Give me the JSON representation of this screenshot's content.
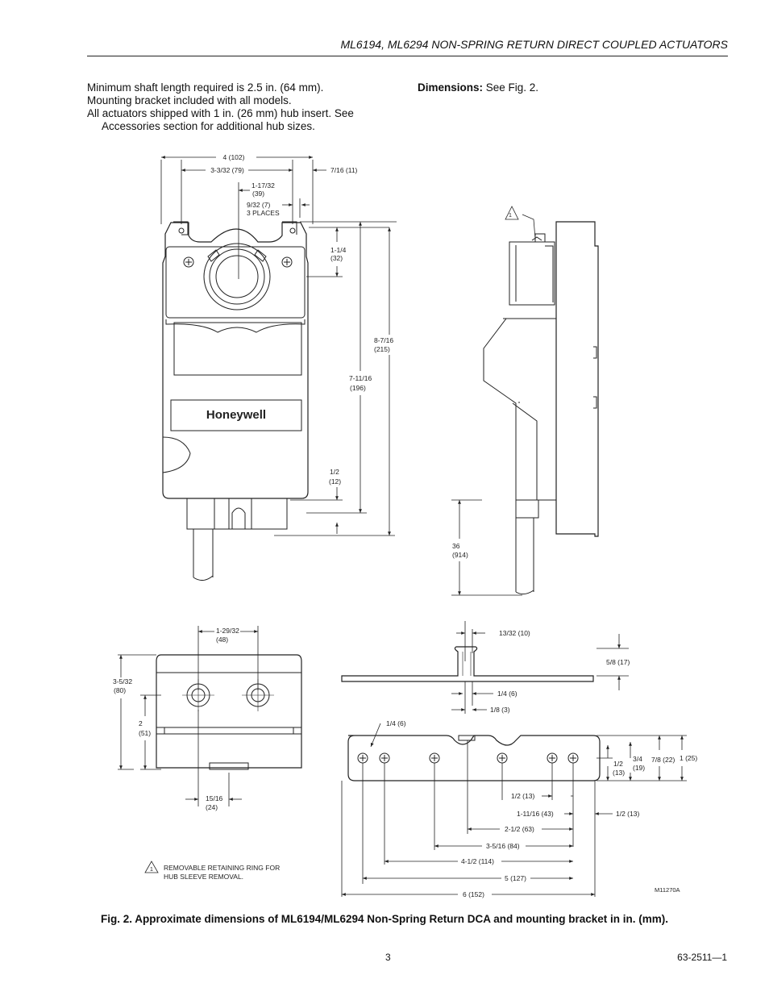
{
  "header": {
    "title": "ML6194, ML6294 NON-SPRING RETURN DIRECT COUPLED ACTUATORS"
  },
  "intro": {
    "line1": "Minimum shaft length required is 2.5 in. (64 mm).",
    "line2": "Mounting bracket included with all models.",
    "line3": "All actuators shipped with 1 in. (26 mm) hub insert. See",
    "line4": "Accessories section for additional hub sizes."
  },
  "dimensions": {
    "label": "Dimensions:",
    "text": " See Fig. 2."
  },
  "figure": {
    "front": {
      "d_width": "4 (102)",
      "d_holes": "3-3/32 (79)",
      "d_right": "7/16 (11)",
      "d_center_a": "1-17/32",
      "d_center_b": "(39)",
      "d_slot_a": "9/32 (7)",
      "d_slot_b": "3 PLACES",
      "d_top_a": "1-1/4",
      "d_top_b": "(32)",
      "d_total_a": "8-7/16",
      "d_total_b": "(215)",
      "d_body_a": "7-11/16",
      "d_body_b": "(196)",
      "d_bot_a": "1/2",
      "d_bot_b": "(12)",
      "logo": "Honeywell"
    },
    "side": {
      "note_num": "1",
      "d_cable_a": "36",
      "d_cable_b": "(914)"
    },
    "bottom": {
      "d_spacing_a": "1-29/32",
      "d_spacing_b": "(48)",
      "d_height_a": "3-5/32",
      "d_height_b": "(80)",
      "d_hub_a": "2",
      "d_hub_b": "(51)",
      "d_offset_a": "15/16",
      "d_offset_b": "(24)"
    },
    "bracket_top": {
      "d_slot": "13/32 (10)",
      "d_height": "5/8 (17)",
      "d_thick_a": "1/4 (6)",
      "d_thick_b": "1/8 (3)"
    },
    "bracket_front": {
      "d_hole": "1/4 (6)",
      "d_h1": "1/2",
      "d_h1b": "(13)",
      "d_h2": "3/4",
      "d_h2b": "(19)",
      "d_h3": "7/8 (22)",
      "d_h4": "1 (25)",
      "d_w1": "1/2 (13)",
      "d_w2": "1-11/16 (43)",
      "d_w3": "1/2 (13)",
      "d_w4": "2-1/2 (63)",
      "d_w5": "3-5/16 (84)",
      "d_w6": "4-1/2 (114)",
      "d_w7": "5 (127)",
      "d_w8": "6 (152)"
    },
    "note": {
      "num": "1",
      "line1": "REMOVABLE RETAINING RING FOR",
      "line2": "HUB SLEEVE REMOVAL."
    },
    "code": "M11270A"
  },
  "caption": "Fig. 2.  Approximate dimensions of ML6194/ML6294 Non-Spring Return DCA and mounting bracket in in. (mm).",
  "footer": {
    "page": "3",
    "doc": "63-2511—1"
  }
}
